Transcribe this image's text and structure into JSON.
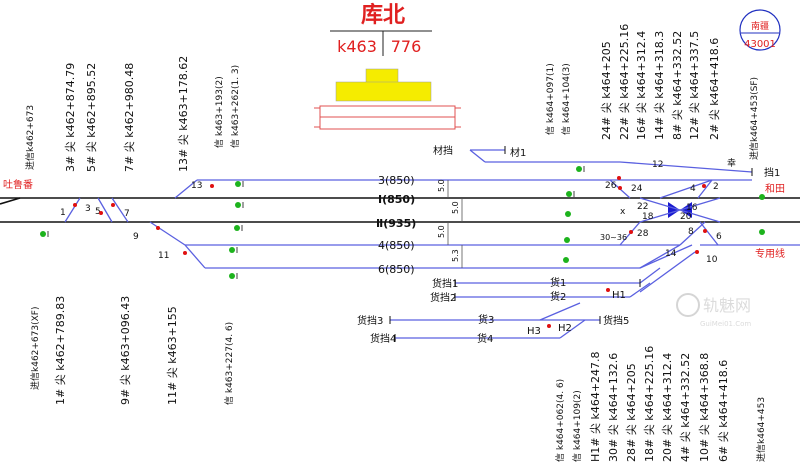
{
  "station": {
    "name": "库北",
    "km": "k463",
    "code": "776"
  },
  "stamp": {
    "line1": "南疆",
    "line2": "43001"
  },
  "tracks": {
    "t3": "3(850)",
    "t1": "Ⅰ(850)",
    "t2": "Ⅱ(935)",
    "t4": "4(850)",
    "t6": "6(850)",
    "g5a": "5.0",
    "g5b": "5.0",
    "g5c": "5.0",
    "g53": "5.3"
  },
  "places": {
    "turpan": "吐鲁番",
    "hetian": "和田",
    "zhuanyong": "专用线"
  },
  "sidings": {
    "material1": "材挡",
    "material2": "材1",
    "cargo1a": "货挡1",
    "cargo1b": "货1",
    "cargo2a": "货挡2",
    "cargo2b": "货2",
    "cargo3a": "货挡3",
    "cargo3b": "货3",
    "cargo4a": "货挡4",
    "cargo4b": "货4",
    "cargo5": "货挡5",
    "stop1": "挡1",
    "h1": "H1",
    "h2": "H2",
    "h3": "H3",
    "xing": "幸"
  },
  "switch_nums": {
    "n1": "1",
    "n3": "3",
    "n5": "5",
    "n7": "7",
    "n9": "9",
    "n11": "11",
    "n13": "13",
    "n2": "2",
    "n4": "4",
    "n6": "6",
    "n8": "8",
    "n10": "10",
    "n12": "12",
    "n14": "14",
    "n16": "16",
    "n18": "18",
    "n20": "20",
    "n22": "22",
    "n24": "24",
    "n26": "26",
    "n28": "28",
    "n3036": "30~36",
    "x": "x"
  },
  "labels_top_left": [
    "进信k462+673",
    "3#  尖 k462+874.79",
    "5#  尖 k462+895.52",
    "7#  尖 k462+980.48",
    "13#  尖 k463+178.62",
    "信 k463+193(2)",
    "信 k463+262(1. 3)"
  ],
  "labels_top_right": [
    "信 k464+097(1)",
    "信 k464+104(3)",
    "24#  尖 k464+205",
    "22#  尖 k464+225.16",
    "16#  尖 k464+312.4",
    "14#  尖 k464+318.3",
    "8#  尖 k464+332.52",
    "12#  尖 k464+337.5",
    "2#  尖 k464+418.6",
    "进信k464+453(SF)"
  ],
  "labels_bottom_left": [
    "进信k462+673(XF)",
    "1#  尖 k462+789.83",
    "9#  尖 k463+096.43",
    "11#  尖 k463+155",
    "信 k463+227(4. 6)"
  ],
  "labels_bottom_right": [
    "信 k464+062(4. 6)",
    "信 k464+109(2)",
    "H1#  尖 k464+247.8",
    "30#  尖 k464+132.6",
    "28#  尖 k464+205",
    "18#  尖 k464+225.16",
    "20#  尖 k464+312.4",
    "4#  尖 k464+332.52",
    "10#  尖 k464+368.8",
    "6#  尖 k464+418.6",
    "进信k464+453"
  ],
  "watermark": {
    "name": "轨魅网",
    "url": "GuiMei01.Com"
  }
}
